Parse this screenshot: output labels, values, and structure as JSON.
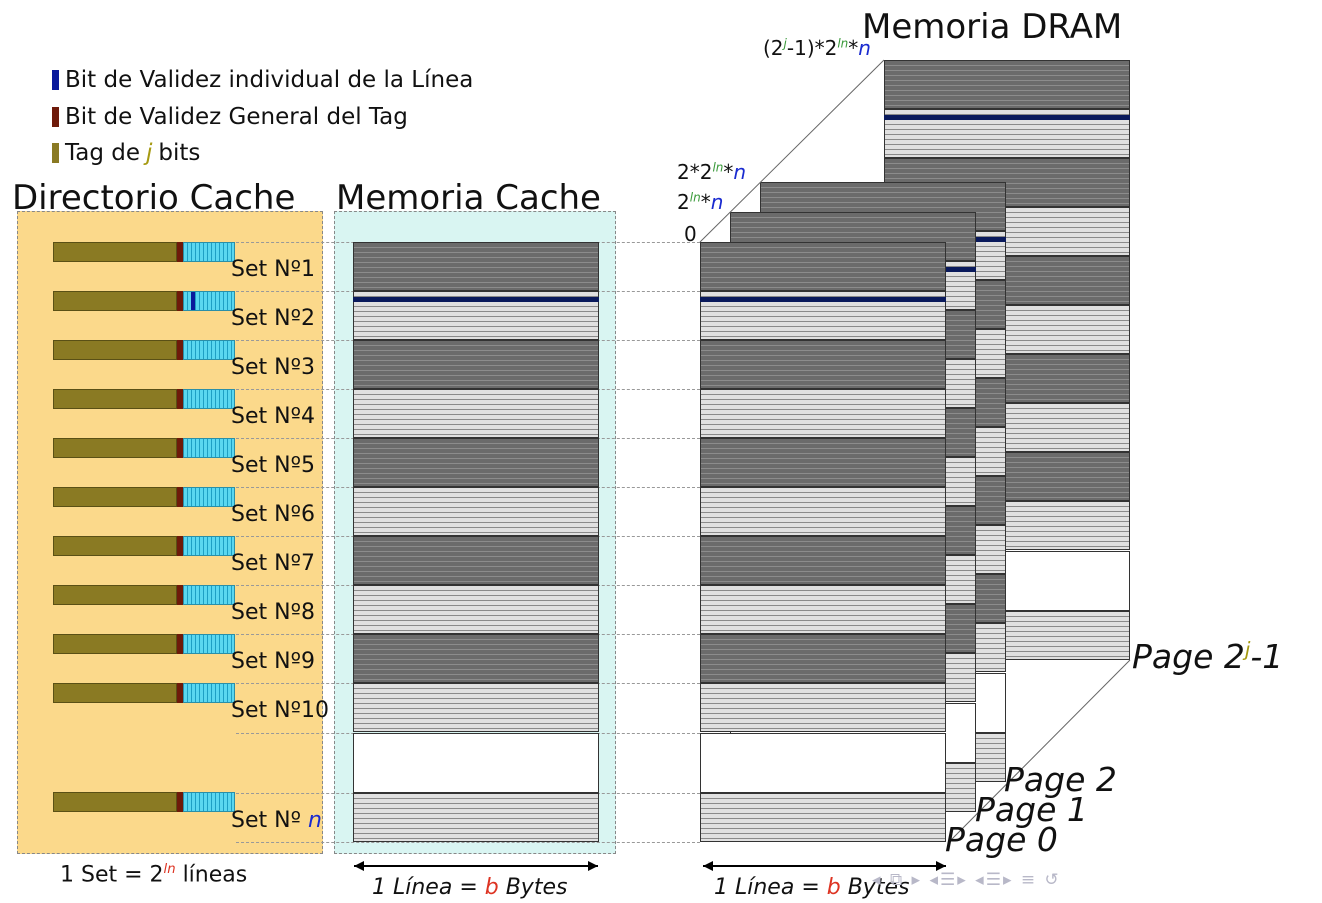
{
  "legend": [
    {
      "label": "Bit de Validez individual de la Línea",
      "color": "#0a1a9c"
    },
    {
      "label": "Bit de Validez General del Tag",
      "color": "#6e1a0a"
    },
    {
      "label_pre": "Tag de ",
      "label_var": "j",
      "label_post": " bits",
      "color": "#8a7a23"
    }
  ],
  "titles": {
    "directory": "Directorio Cache",
    "cache": "Memoria Cache",
    "dram": "Memoria DRAM"
  },
  "sets": [
    "Set Nº1",
    "Set Nº2",
    "Set Nº3",
    "Set Nº4",
    "Set Nº5",
    "Set Nº6",
    "Set Nº7",
    "Set Nº8",
    "Set Nº9",
    "Set Nº10"
  ],
  "set_last": {
    "prefix": "Set Nº ",
    "var": "n"
  },
  "addresses": {
    "zero": "0",
    "a1": {
      "pre": "2",
      "sup": "ln",
      "mid": "*",
      "var": "n"
    },
    "a2": {
      "pre": "2*2",
      "sup": "ln",
      "mid": "*",
      "var": "n"
    },
    "a3": {
      "pre": "(2",
      "sup1": "j",
      "mid1": "-1)*2",
      "sup2": "ln",
      "mid2": "*",
      "var": "n"
    }
  },
  "pages": {
    "p0": "Page 0",
    "p1": "Page 1",
    "p2": "Page 2",
    "plast": {
      "pre": "Page 2",
      "sup": "j",
      "post": "-1"
    }
  },
  "bottom": {
    "set_def": {
      "pre": "1 Set = 2",
      "sup": "ln",
      "post": " líneas"
    },
    "line_def": {
      "pre": "1 Línea = ",
      "var": "b",
      "post": " Bytes"
    }
  },
  "nav_icons": [
    "nav-left-icon",
    "frame-icon",
    "section-icon",
    "subsection-icon",
    "align-icon",
    "undo-icon"
  ]
}
